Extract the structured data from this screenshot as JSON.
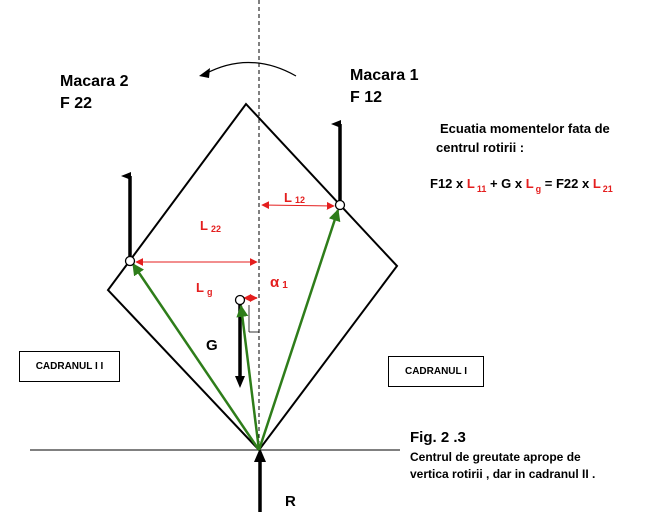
{
  "crane2": {
    "name": "Macara 2",
    "force": "F 22"
  },
  "crane1": {
    "name": "Macara 1",
    "force": "F 12"
  },
  "equation": {
    "title_line1": "Ecuatia momentelor fata de",
    "title_line2": "centrul rotirii  :",
    "p1": "F12 x ",
    "L11": "L",
    "L11_sub": "11",
    "p2": " + G x ",
    "Lg": "L",
    "Lg_sub": "g",
    "p3": " =   F22 x ",
    "L21": "L",
    "L21_sub": "21"
  },
  "labels": {
    "L12": "L",
    "L12_sub": "12",
    "L22": "L",
    "L22_sub": "22",
    "Lg": "L",
    "Lg_sub": "g",
    "alpha": "α",
    "alpha_sub": "1",
    "G": "G",
    "R": "R"
  },
  "cadranul2": "CADRANUL I I",
  "cadranul1": "CADRANUL I",
  "caption": {
    "fig": "Fig. 2 .3",
    "line1": "Centrul de greutate aprope de",
    "line2": "vertica rotirii , dar in cadranul II ."
  },
  "colors": {
    "force_vectors": "#2e7d1a",
    "dimension": "#e41e1e",
    "outline": "#000000"
  }
}
